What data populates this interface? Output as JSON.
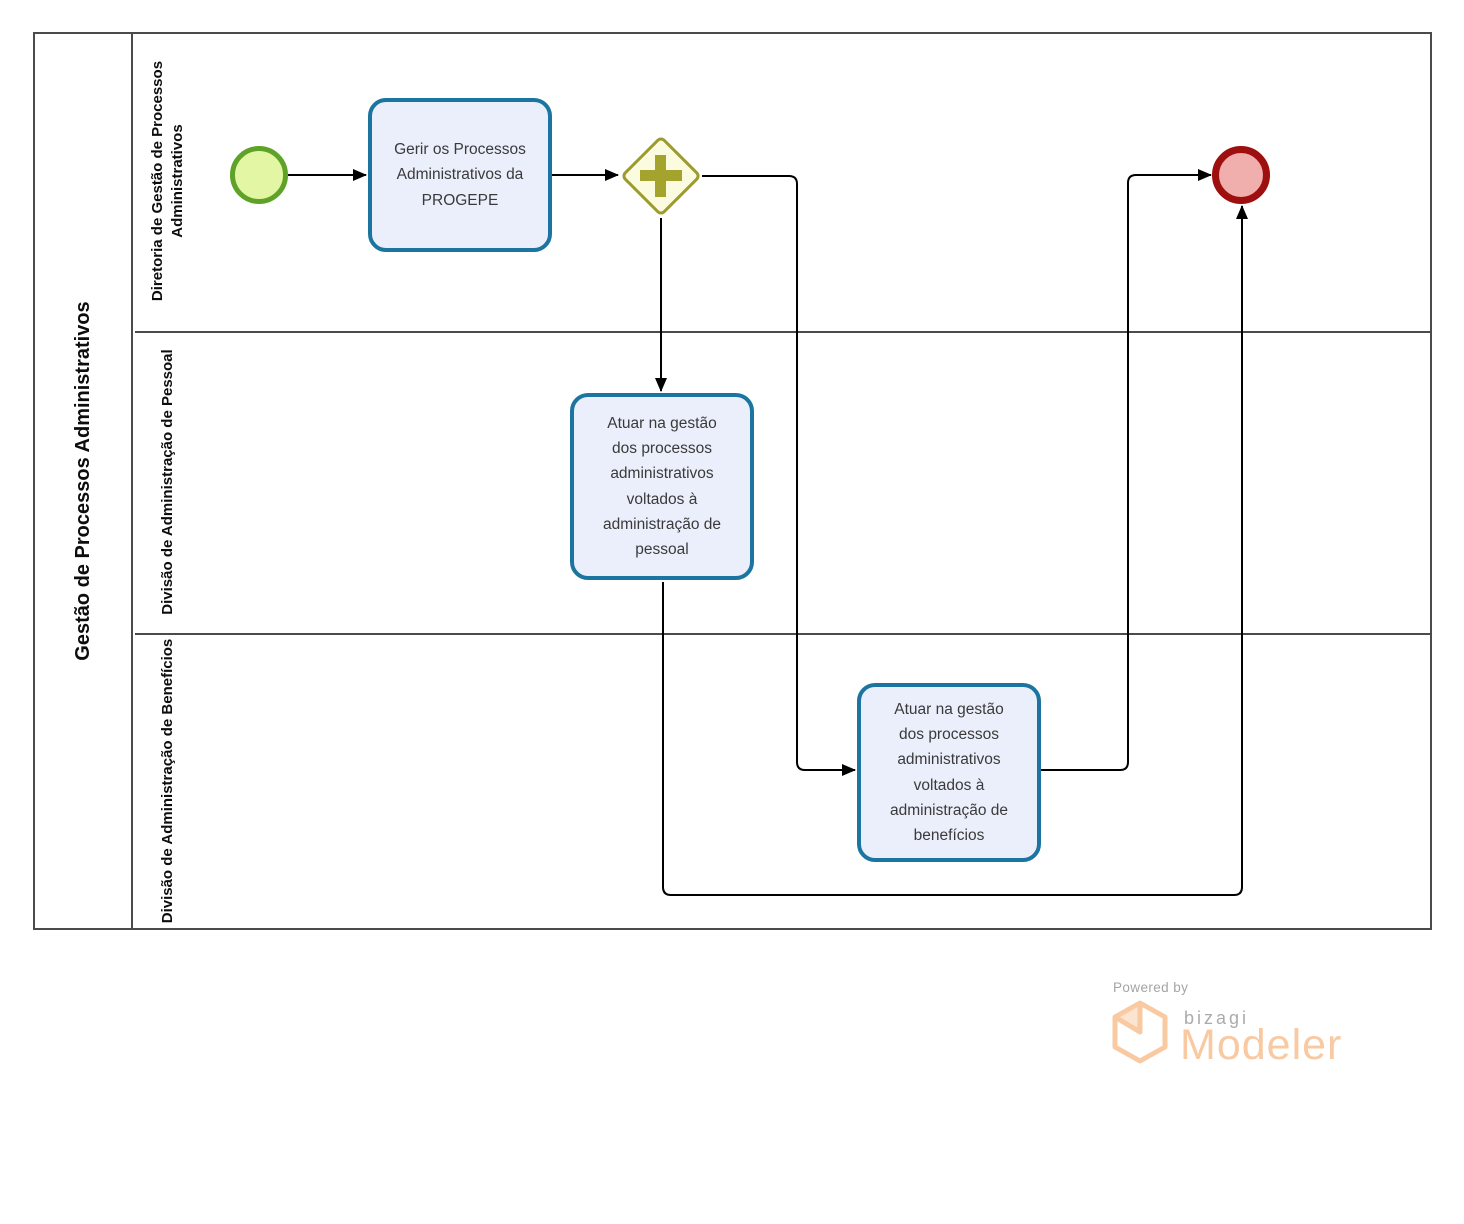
{
  "pool": {
    "title": "Gestão de Processos Administrativos",
    "lanes": [
      {
        "label": "Diretoria de Gestão de Processos Administrativos"
      },
      {
        "label": "Divisão de Administração de Pessoal"
      },
      {
        "label": "Divisão de Administração de Benefícios"
      }
    ]
  },
  "nodes": {
    "start_event": {
      "type": "start-event",
      "fill": "#e2f6a3",
      "stroke": "#5ea228"
    },
    "task_gerir": {
      "label": "Gerir os Processos Administrativos da PROGEPE"
    },
    "gateway_parallel": {
      "type": "parallel-gateway",
      "fill": "#fbfbe0",
      "stroke": "#9c9c2e",
      "plus_color": "#a3a32d"
    },
    "task_pessoal": {
      "label": "Atuar na gestão dos processos administrativos voltados à administração de pessoal"
    },
    "task_beneficios": {
      "label": "Atuar na gestão dos processos administrativos voltados à administração de benefícios"
    },
    "end_event": {
      "type": "end-event",
      "fill": "#f0aeac",
      "stroke": "#9e0f0f"
    }
  },
  "colors": {
    "task_fill": "#eaeffb",
    "task_border": "#1c75a1",
    "pool_border": "#4b4b4b",
    "connector": "#000000",
    "logo_orange": "#f9c9a2",
    "logo_gray": "#ababab"
  },
  "footer": {
    "powered_by": "Powered by",
    "brand": "bizagi",
    "product": "Modeler"
  }
}
